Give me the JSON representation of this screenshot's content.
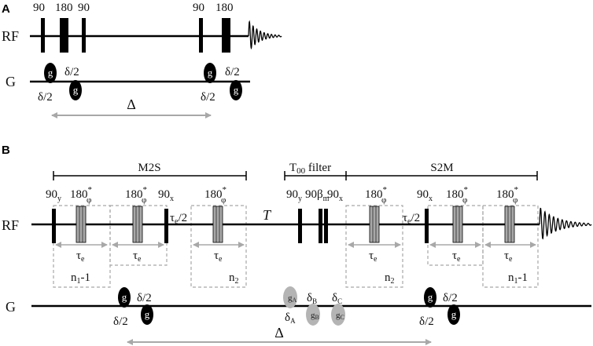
{
  "panel_a": {
    "letter": "A",
    "rf_label": "RF",
    "g_label": "G",
    "pulses": [
      "90",
      "180",
      "90",
      "90",
      "180"
    ],
    "delta_small": "δ/2",
    "gradient_letter": "g",
    "delta_big": "Δ"
  },
  "panel_b": {
    "letter": "B",
    "rf_label": "RF",
    "g_label": "G",
    "block_m2s": "M2S",
    "block_filter_pre": "T",
    "block_filter_sub": "00",
    "block_filter_post": " filter",
    "block_s2m": "S2M",
    "pulse_90": "90",
    "sub_y": "y",
    "sub_x": "x",
    "pulse_180": "180",
    "star": "*",
    "sub_phi": "φ",
    "beta": "β",
    "sub_m": "m",
    "tau": "τ",
    "sub_e": "e",
    "half": "/2",
    "mixing_time": "T",
    "n1": "n",
    "sub_1": "1",
    "minus_one": "-1",
    "n2": "n",
    "sub_2": "2",
    "delta_small": "δ/2",
    "gradient_letter": "g",
    "delta": "δ",
    "g_letter": "g",
    "sub_A": "A",
    "sub_B": "B",
    "sub_C": "C",
    "delta_big": "Δ"
  }
}
